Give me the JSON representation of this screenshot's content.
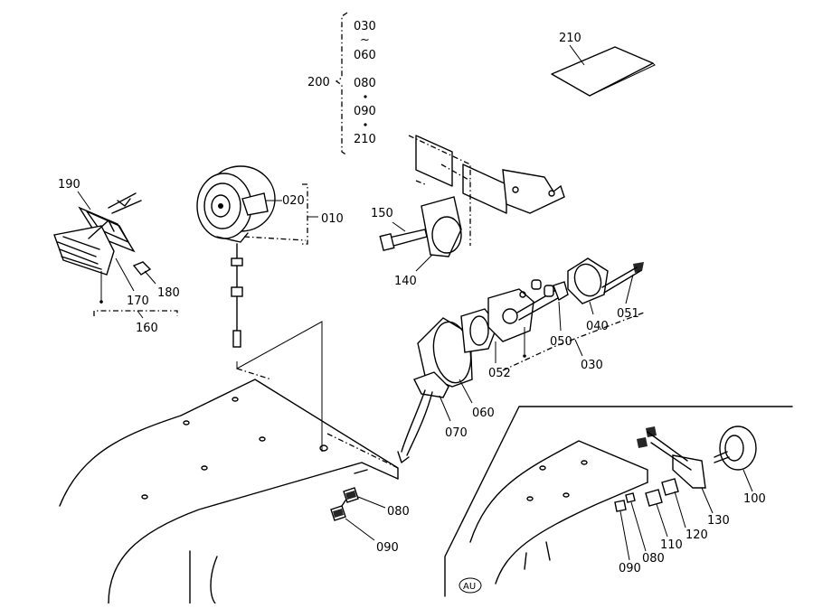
{
  "callouts": {
    "c010": "010",
    "c020": "020",
    "c030a": "030",
    "c030b": "030",
    "c040": "040",
    "c050": "050",
    "c051": "051",
    "c052": "052",
    "c060a": "060",
    "c060b": "060",
    "c070": "070",
    "c080a": "080",
    "c080b": "080",
    "c080c": "080",
    "c090a": "090",
    "c090b": "090",
    "c090c": "090",
    "c100": "100",
    "c110": "110",
    "c120": "120",
    "c130": "130",
    "c140": "140",
    "c150": "150",
    "c160": "160",
    "c170": "170",
    "c180": "180",
    "c190": "190",
    "c200": "200",
    "c210a": "210",
    "c210b": "210",
    "tilde": "~"
  },
  "badge": "AU"
}
